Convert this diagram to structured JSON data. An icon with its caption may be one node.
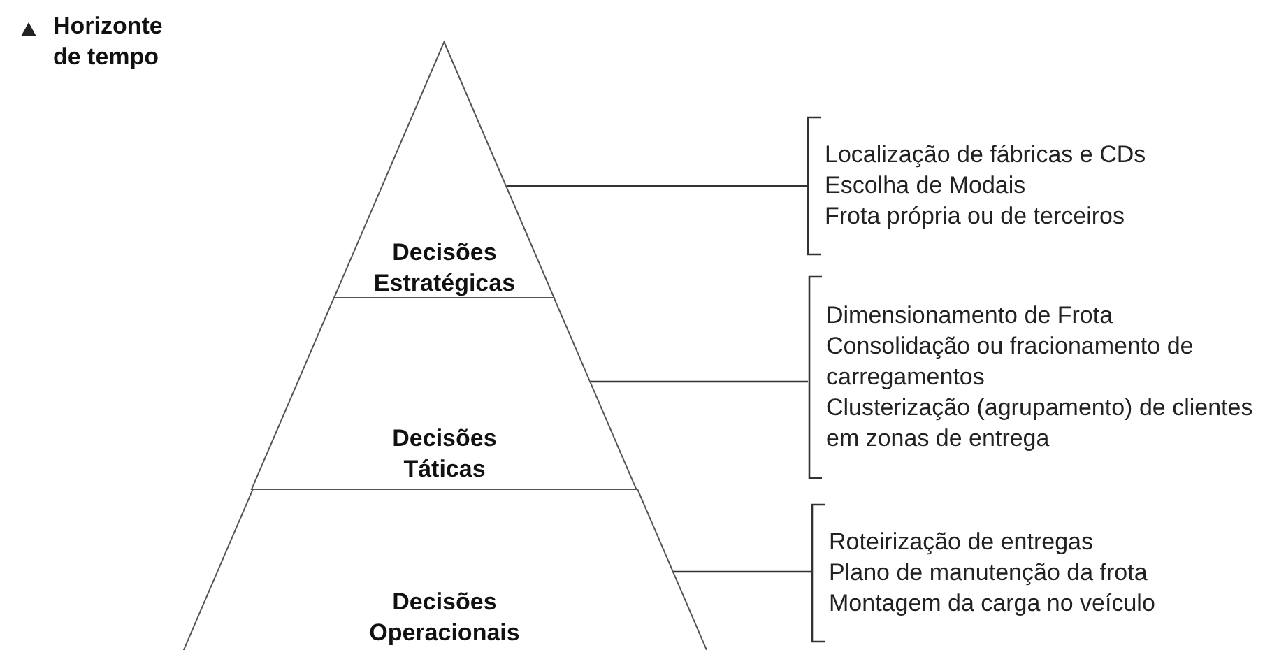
{
  "diagram": {
    "nodes": [
      {
        "text": [
          "Decisões Estratégicas"
        ]
      },
      {
        "text": [
          "Decisões Táticas"
        ]
      },
      {
        "text": [
          "Decisões Operacionais"
        ]
      },
      {
        "text": [
          "Localização de fábricas e CDs",
          "Escolha de Modais",
          "Frota própria ou de terceiros"
        ]
      },
      {
        "text": [
          "Dimensionamento de Frota",
          "Consolidação ou fracionamento de carregamentos",
          "Clusterização (agrupamento) de clientes em zonas de entrega"
        ]
      },
      {
        "text": [
          "Roteirização de entregas",
          "Plano de manutenção da frota",
          "Montagem da carga no veículo"
        ]
      }
    ],
    "edges": [
      {
        "from": 0,
        "to": 3,
        "arrow": "none"
      },
      {
        "from": 1,
        "to": 4,
        "arrow": "none"
      },
      {
        "from": 2,
        "to": 5,
        "arrow": "none"
      }
    ],
    "labels": [
      "Horizonte de tempo"
    ]
  }
}
